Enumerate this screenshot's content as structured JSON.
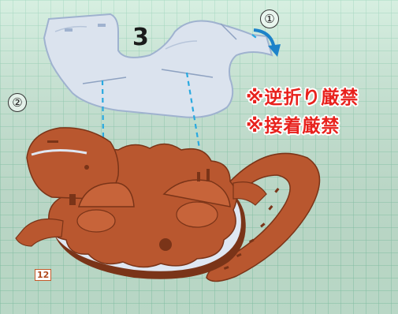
{
  "instruction": {
    "step_number": "3",
    "marker_1": "①",
    "marker_2": "②",
    "warning_1": "※逆折り厳禁",
    "warning_2": "※接着厳禁"
  },
  "page_number": "12",
  "colors": {
    "grid_background": "#c9ead7",
    "grid_line": "#7fc7a8",
    "blue_card": "#cdd8e8",
    "blue_card_edge": "#9fb2cf",
    "brown_part": "#b5542e",
    "brown_dark": "#7a3418",
    "guide_dash": "#29a9e0",
    "arrow_blue": "#1d82c9",
    "warning_red": "#e8211c"
  }
}
